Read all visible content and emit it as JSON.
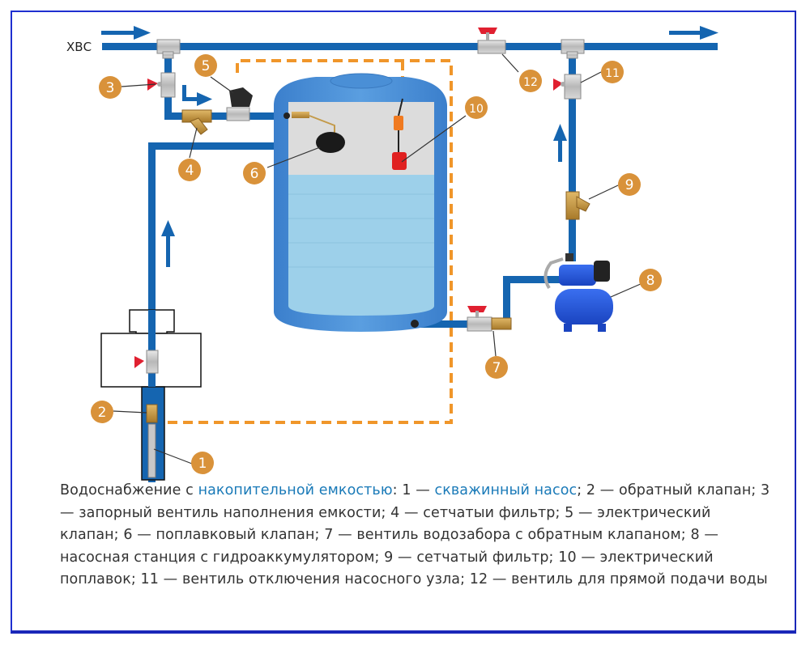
{
  "diagram": {
    "title": "Водоснабжение с накопительной емкостью",
    "inlet_label": "ХВС",
    "colors": {
      "pipe": "#1565b0",
      "label_circle": "#d9923a",
      "control_line": "#f0962a",
      "tank": "#4a8fd6",
      "water": "#9dd0ea",
      "frame": "#1f2fd0",
      "link_text": "#1a7ab8"
    },
    "labels": [
      {
        "num": "1",
        "name": "скважинный насос"
      },
      {
        "num": "2",
        "name": "обратный клапан"
      },
      {
        "num": "3",
        "name": "запорный вентиль наполнения емкости"
      },
      {
        "num": "4",
        "name": "сетчатыи фильтр"
      },
      {
        "num": "5",
        "name": "электрический клапан"
      },
      {
        "num": "6",
        "name": "поплавковый клапан"
      },
      {
        "num": "7",
        "name": "вентиль водозабора с обратным клапаном"
      },
      {
        "num": "8",
        "name": "насосная станция с гидроаккумулятором"
      },
      {
        "num": "9",
        "name": "сетчатый фильтр"
      },
      {
        "num": "10",
        "name": "электрический поплавок"
      },
      {
        "num": "11",
        "name": "вентиль отключения насосного узла"
      },
      {
        "num": "12",
        "name": "вентиль для прямой подачи воды"
      }
    ]
  },
  "caption": {
    "intro": "Водоснабжение с ",
    "link1": "накопительной емкостью",
    "colon": ": 1 — ",
    "link2": "скважинный насос",
    "rest": "; 2 — обратный клапан; 3 — запорный вентиль наполнения емкости; 4 — сетчатыи фильтр; 5 — электрический клапан; 6 — поплавковый клапан; 7 — вентиль водозабора с обратным клапаном; 8 — насосная станция с гидроаккумулятором; 9 — сетчатый фильтр; 10 — электрический поплавок; 11 — вентиль отключения насосного узла; 12 — вентиль для прямой подачи воды"
  }
}
